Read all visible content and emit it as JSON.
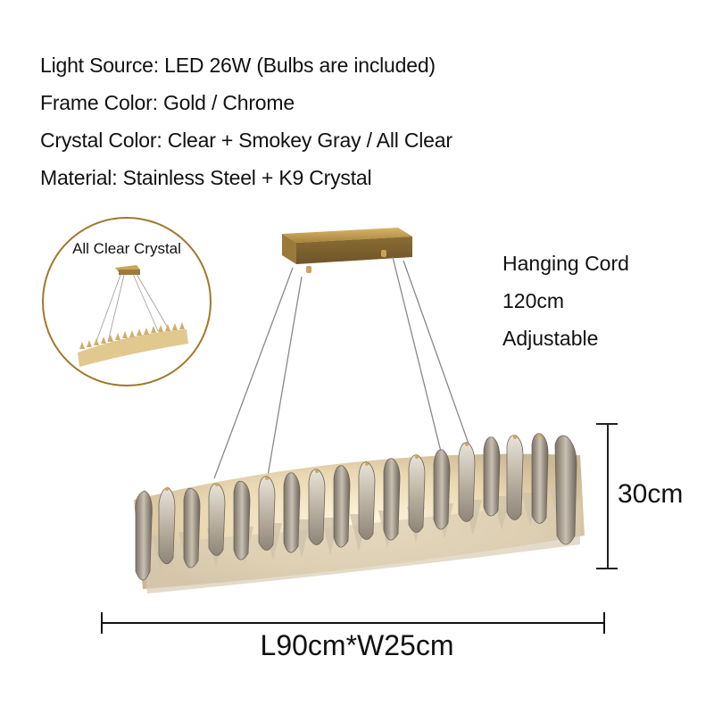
{
  "specs": [
    {
      "label": "Light Source",
      "value": "LED 26W (Bulbs are included)",
      "text": "Light Source: LED 26W (Bulbs are included)"
    },
    {
      "label": "Frame Color",
      "value": "Gold / Chrome",
      "text": "Frame Color: Gold / Chrome"
    },
    {
      "label": "Crystal Color",
      "value": "Clear + Smokey Gray / All Clear",
      "text": "Crystal Color: Clear + Smokey Gray / All Clear"
    },
    {
      "label": "Material",
      "value": "Stainless Steel + K9 Crystal",
      "text": "Material: Stainless Steel + K9 Crystal"
    }
  ],
  "inset": {
    "title": "All Clear Crystal",
    "image": "chandelier-all-clear-thumbnail"
  },
  "hanging_cord": {
    "line1": "Hanging Cord",
    "line2": "120cm",
    "line3": "Adjustable"
  },
  "dimensions": {
    "height": "30cm",
    "length_width": "L90cm*W25cm"
  },
  "product_image": "oval-crystal-chandelier-gold",
  "colors": {
    "gold": "#b8913e",
    "ring": "#a0782c",
    "text": "#111111",
    "crystal": "#cfc6b8"
  }
}
